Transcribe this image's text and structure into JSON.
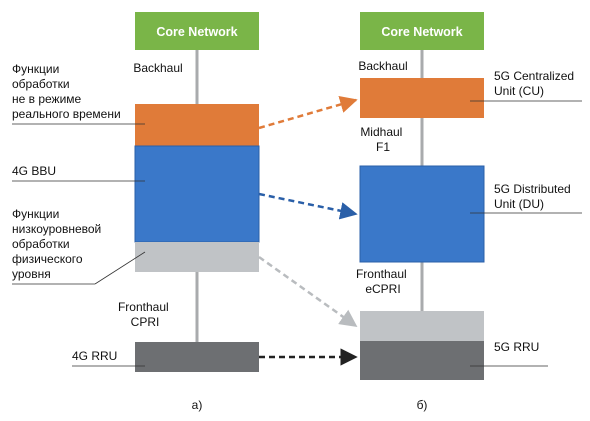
{
  "colors": {
    "core_network": "#7ab548",
    "cu_orange": "#e07b39",
    "bbu_blue": "#3a78c9",
    "low_phy_grey": "#c0c3c6",
    "rru_dark": "#6d6f72",
    "connector": "#a9abad",
    "arrow_grey": "#b9bcbf",
    "arrow_dark": "#222222"
  },
  "left": {
    "core_network": "Core Network",
    "backhaul": "Backhaul",
    "non_realtime": [
      "Функции",
      "обработки",
      "не в режиме",
      "реального времени"
    ],
    "bbu": "4G BBU",
    "low_phy": [
      "Функции",
      "низкоуровневой",
      "обработки",
      "физического",
      "уровня"
    ],
    "fronthaul": [
      "Fronthaul",
      "CPRI"
    ],
    "rru": "4G RRU",
    "caption": "а)"
  },
  "right": {
    "core_network": "Core Network",
    "backhaul": "Backhaul",
    "cu": [
      "5G Centralized",
      "Unit (CU)"
    ],
    "midhaul": [
      "Midhaul",
      "F1"
    ],
    "du": [
      "5G Distributed",
      "Unit (DU)"
    ],
    "fronthaul": [
      "Fronthaul",
      "eCPRI"
    ],
    "rru": "5G RRU",
    "caption": "б)"
  }
}
